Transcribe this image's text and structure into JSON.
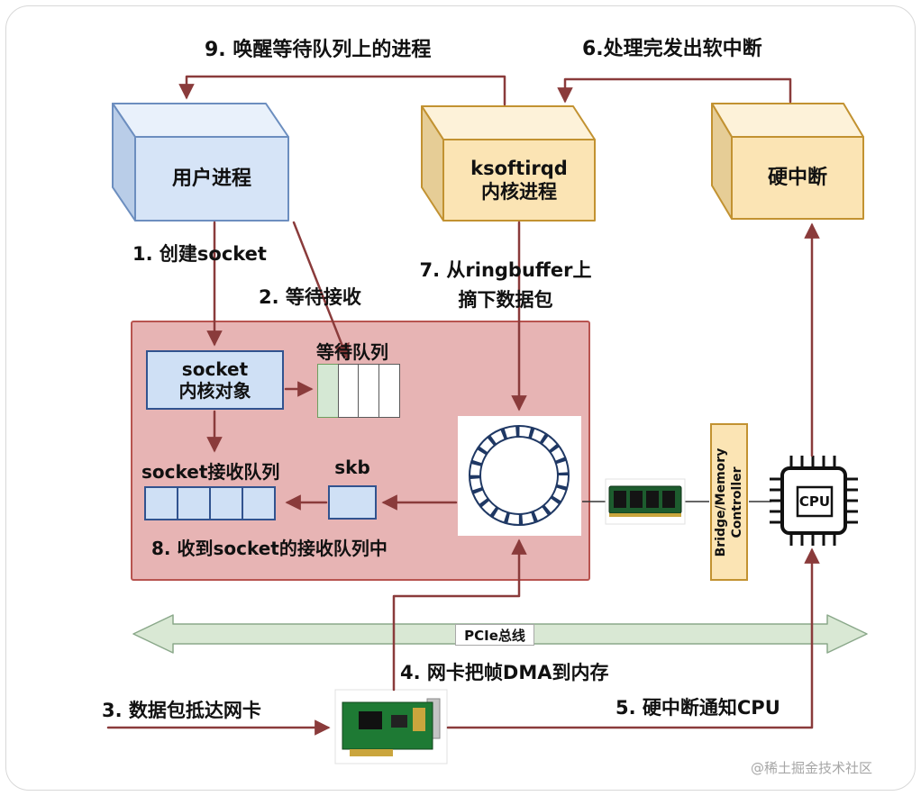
{
  "steps": {
    "s1": "1. 创建socket",
    "s2": "2. 等待接收",
    "s3": "3. 数据包抵达网卡",
    "s4": "4. 网卡把帧DMA到内存",
    "s5": "5. 硬中断通知CPU",
    "s6": "6.处理完发出软中断",
    "s7_line1": "7. 从ringbuffer上",
    "s7_line2": "摘下数据包",
    "s8": "8. 收到socket的接收队列中",
    "s9": "9. 唤醒等待队列上的进程"
  },
  "nodes": {
    "user_process": "用户进程",
    "ksoftirqd": {
      "line1": "ksoftirqd",
      "line2": "内核进程"
    },
    "hard_irq": "硬中断",
    "socket_object": {
      "line1": "socket",
      "line2": "内核对象"
    },
    "wait_queue_label": "等待队列",
    "socket_recv_queue_label": "socket接收队列",
    "skb_label": "skb",
    "bridge": {
      "line1": "Bridge/Memory",
      "line2": "Controller"
    },
    "cpu": "CPU",
    "pcie_bus": "PCIe总线"
  },
  "watermark": "@稀土掘金技术社区",
  "colors": {
    "arrow": "#8a3b3b",
    "process_box_fill": "#d6e4f7",
    "process_box_border": "#6c8ebf",
    "kernel_box_fill": "#fbe4b4",
    "kernel_box_border": "#c29231",
    "kernel_region_fill": "#e7b4b4",
    "kernel_region_border": "#b85450",
    "queue_cell_fill": "#cfe0f5",
    "queue_cell_border": "#31538f",
    "wait_cell_green": "#d5e8d4",
    "ring_stroke": "#1f3864",
    "pcie_fill": "#d9e8d4",
    "pcie_border": "#8aa88a"
  }
}
